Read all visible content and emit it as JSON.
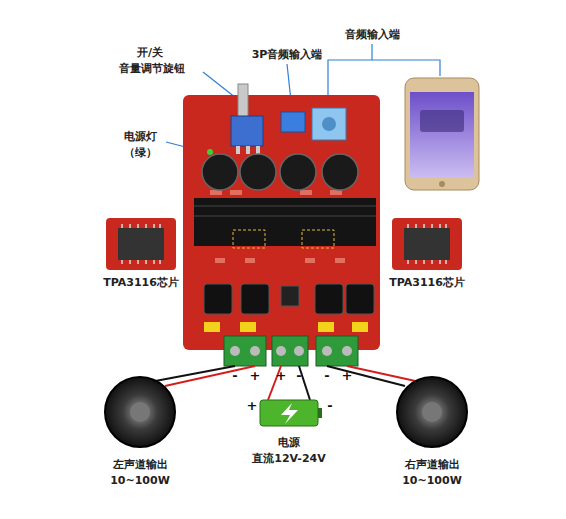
{
  "diagram": {
    "labels": [
      "开/关",
      "音量调节旋钮",
      "3P音频输入端",
      "音频输入端",
      "电源灯",
      "（绿）",
      "TPA3116芯片",
      "TPA3116芯片",
      "-",
      "+",
      "+",
      "-",
      "-",
      "+",
      "+",
      "-",
      "左声道输出",
      "10~100W",
      "电源",
      "直流12V-24V",
      "右声道输出",
      "10~100W"
    ]
  }
}
